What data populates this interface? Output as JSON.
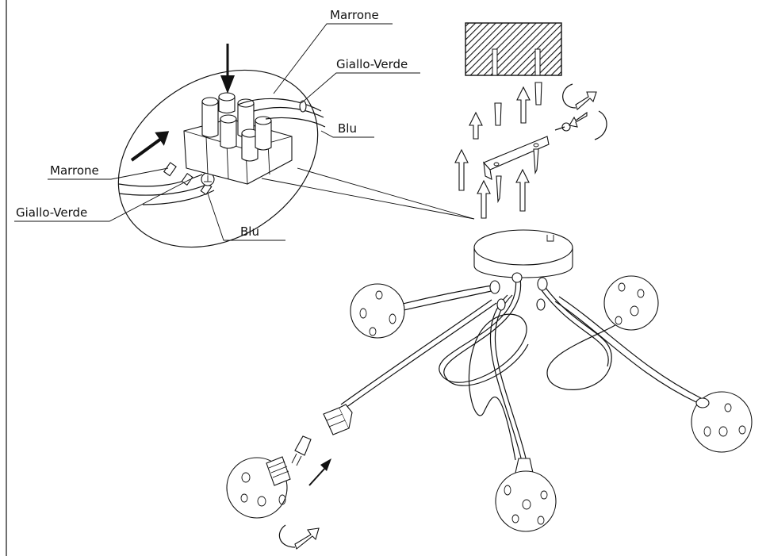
{
  "labels": {
    "marrone_top": "Marrone",
    "giallo_verde_top": "Giallo-Verde",
    "blu_top": "Blu",
    "marrone_left": "Marrone",
    "giallo_verde_left": "Giallo-Verde",
    "blu_bottom": "Blu"
  },
  "colors": {
    "ink": "#111111",
    "paper": "#ffffff"
  }
}
